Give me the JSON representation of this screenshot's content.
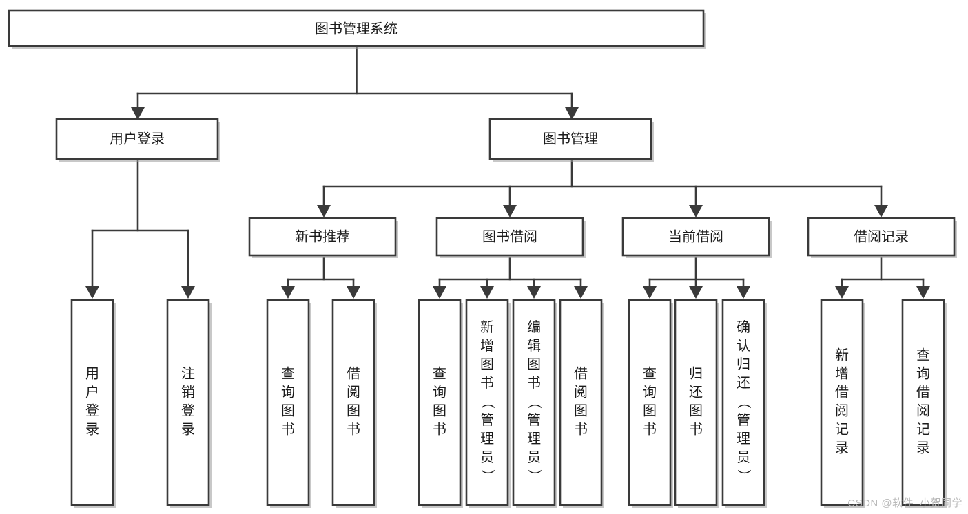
{
  "diagram": {
    "title": "图书管理系统",
    "type": "tree",
    "orientation": "top-down",
    "watermark": "CSDN @软件_小贺同学",
    "colors": {
      "stroke": "#3a3a3a",
      "fill": "#ffffff",
      "text": "#1b1b1b",
      "watermark": "#b9b9b9"
    },
    "nodes": {
      "root": {
        "label": "图书管理系统",
        "level": 0,
        "orientation": "horizontal"
      },
      "user_login": {
        "label": "用户登录",
        "level": 1,
        "orientation": "horizontal"
      },
      "book_mgmt": {
        "label": "图书管理",
        "level": 1,
        "orientation": "horizontal"
      },
      "new_book_rec": {
        "label": "新书推荐",
        "level": 2,
        "orientation": "horizontal"
      },
      "book_borrow": {
        "label": "图书借阅",
        "level": 2,
        "orientation": "horizontal"
      },
      "current_borrow": {
        "label": "当前借阅",
        "level": 2,
        "orientation": "horizontal"
      },
      "borrow_record": {
        "label": "借阅记录",
        "level": 2,
        "orientation": "horizontal"
      },
      "leaf_user_login": {
        "label": "用户登录",
        "level": 3,
        "orientation": "vertical"
      },
      "leaf_logout": {
        "label": "注销登录",
        "level": 3,
        "orientation": "vertical"
      },
      "leaf_query_book_1": {
        "label": "查询图书",
        "level": 3,
        "orientation": "vertical"
      },
      "leaf_borrow_book_1": {
        "label": "借阅图书",
        "level": 3,
        "orientation": "vertical"
      },
      "leaf_query_book_2": {
        "label": "查询图书",
        "level": 3,
        "orientation": "vertical"
      },
      "leaf_add_book": {
        "label": "新增图书（管理员）",
        "level": 3,
        "orientation": "vertical"
      },
      "leaf_edit_book": {
        "label": "编辑图书（管理员）",
        "level": 3,
        "orientation": "vertical"
      },
      "leaf_borrow_book_2": {
        "label": "借阅图书",
        "level": 3,
        "orientation": "vertical"
      },
      "leaf_query_book_3": {
        "label": "查询图书",
        "level": 3,
        "orientation": "vertical"
      },
      "leaf_return_book": {
        "label": "归还图书",
        "level": 3,
        "orientation": "vertical"
      },
      "leaf_confirm_return": {
        "label": "确认归还（管理员）",
        "level": 3,
        "orientation": "vertical"
      },
      "leaf_add_record": {
        "label": "新增借阅记录",
        "level": 3,
        "orientation": "vertical"
      },
      "leaf_query_record": {
        "label": "查询借阅记录",
        "level": 3,
        "orientation": "vertical"
      }
    },
    "edges": [
      {
        "from": "root",
        "to": "user_login"
      },
      {
        "from": "root",
        "to": "book_mgmt"
      },
      {
        "from": "book_mgmt",
        "to": "new_book_rec"
      },
      {
        "from": "book_mgmt",
        "to": "book_borrow"
      },
      {
        "from": "book_mgmt",
        "to": "current_borrow"
      },
      {
        "from": "book_mgmt",
        "to": "borrow_record"
      },
      {
        "from": "user_login",
        "to": "leaf_user_login"
      },
      {
        "from": "user_login",
        "to": "leaf_logout"
      },
      {
        "from": "new_book_rec",
        "to": "leaf_query_book_1"
      },
      {
        "from": "new_book_rec",
        "to": "leaf_borrow_book_1"
      },
      {
        "from": "book_borrow",
        "to": "leaf_query_book_2"
      },
      {
        "from": "book_borrow",
        "to": "leaf_add_book"
      },
      {
        "from": "book_borrow",
        "to": "leaf_edit_book"
      },
      {
        "from": "book_borrow",
        "to": "leaf_borrow_book_2"
      },
      {
        "from": "current_borrow",
        "to": "leaf_query_book_3"
      },
      {
        "from": "current_borrow",
        "to": "leaf_return_book"
      },
      {
        "from": "current_borrow",
        "to": "leaf_confirm_return"
      },
      {
        "from": "borrow_record",
        "to": "leaf_add_record"
      },
      {
        "from": "borrow_record",
        "to": "leaf_query_record"
      }
    ]
  }
}
